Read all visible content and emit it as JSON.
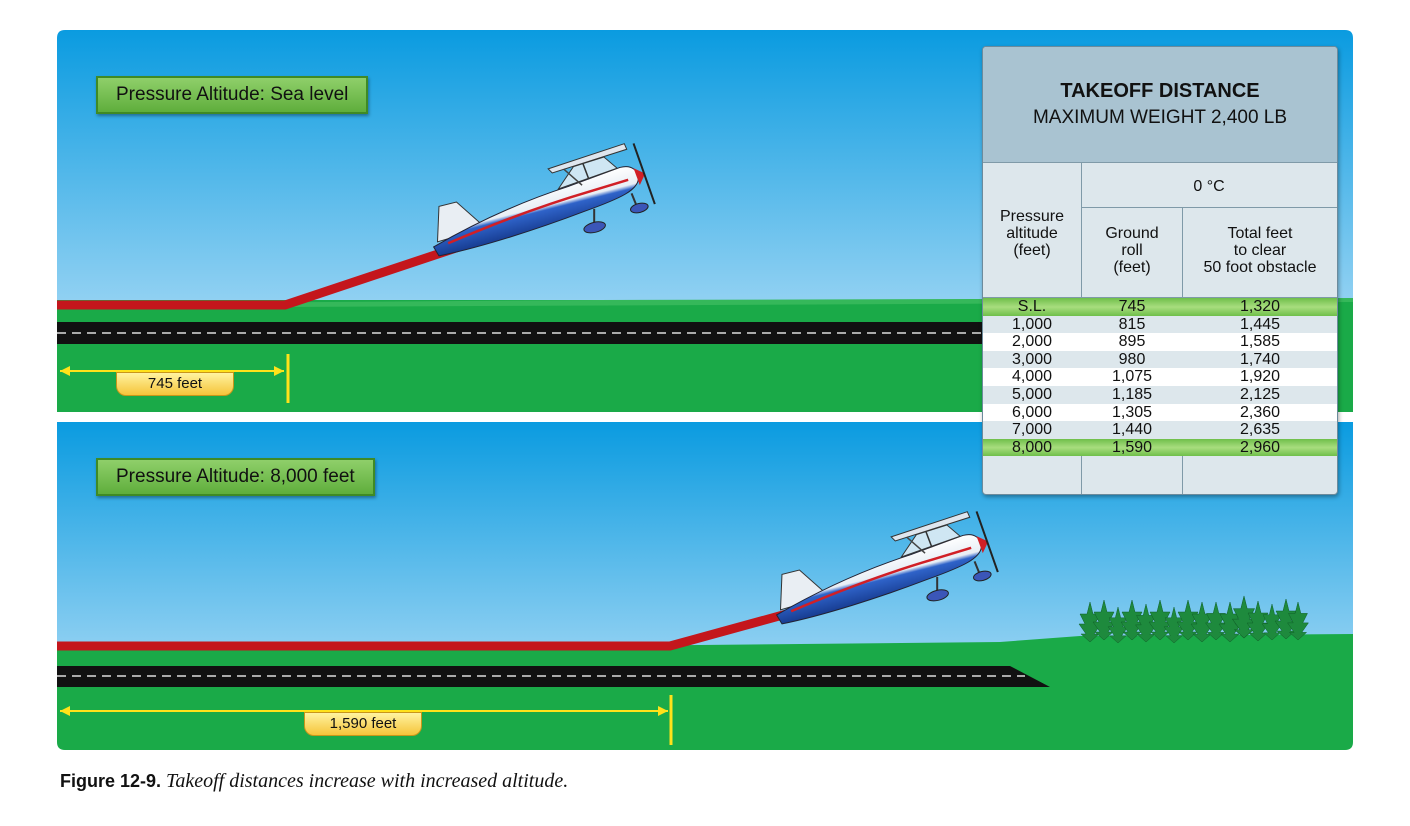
{
  "panels": {
    "top": {
      "altitude_label": "Pressure Altitude: Sea level",
      "distance_label": "745 feet"
    },
    "bottom": {
      "altitude_label": "Pressure Altitude: 8,000 feet",
      "distance_label": "1,590 feet"
    }
  },
  "table": {
    "title": "TAKEOFF DISTANCE",
    "subtitle": "MAXIMUM WEIGHT 2,400 LB",
    "temperature": "0 °C",
    "col_altitude": "Pressure\naltitude\n(feet)",
    "col_ground_roll": "Ground\nroll\n(feet)",
    "col_total": "Total feet\nto clear\n50 foot obstacle",
    "rows": [
      [
        "S.L.",
        "745",
        "1,320"
      ],
      [
        "1,000",
        "815",
        "1,445"
      ],
      [
        "2,000",
        "895",
        "1,585"
      ],
      [
        "3,000",
        "980",
        "1,740"
      ],
      [
        "4,000",
        "1,075",
        "1,920"
      ],
      [
        "5,000",
        "1,185",
        "2,125"
      ],
      [
        "6,000",
        "1,305",
        "2,360"
      ],
      [
        "7,000",
        "1,440",
        "2,635"
      ],
      [
        "8,000",
        "1,590",
        "2,960"
      ]
    ],
    "highlighted_rows": [
      0,
      8
    ]
  },
  "caption": {
    "label": "Figure 12-9.",
    "text": "Takeoff distances increase with increased altitude."
  },
  "colors": {
    "sky_top": "#0a9be0",
    "sky_bottom": "#dff1fb",
    "grass": "#1aaa48",
    "runway": "#111111",
    "flight_path": "#c4161c",
    "marker": "#ffe21a"
  }
}
